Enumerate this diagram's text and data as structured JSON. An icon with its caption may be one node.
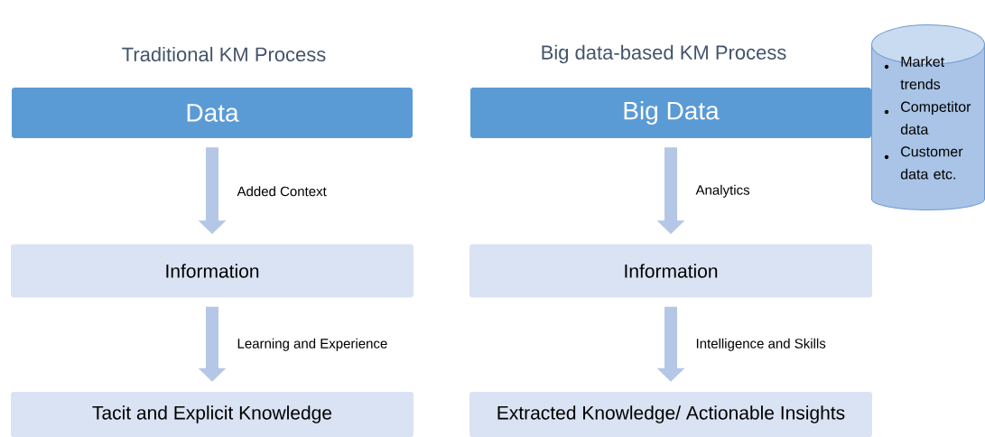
{
  "diagram": {
    "nodes": [
      {
        "text": [
          "Data"
        ]
      },
      {
        "text": [
          "Information"
        ]
      },
      {
        "text": [
          "Tacit and Explicit Knowledge"
        ]
      },
      {
        "text": [
          "Big Data"
        ]
      },
      {
        "text": [
          "Information"
        ]
      },
      {
        "text": [
          "Extracted Knowledge/ Actionable Insights"
        ]
      },
      {
        "text": [
          "Market trends",
          "Competitor data",
          "Customer data etc."
        ]
      }
    ],
    "edges": [
      {
        "from": 0,
        "to": 1,
        "arrow": "to",
        "label": "Added Context"
      },
      {
        "from": 1,
        "to": 2,
        "arrow": "to",
        "label": "Learning and Experience"
      },
      {
        "from": 3,
        "to": 4,
        "arrow": "to",
        "label": "Analytics"
      },
      {
        "from": 4,
        "to": 5,
        "arrow": "to",
        "label": "Intelligence and Skills"
      }
    ],
    "labels": [
      "Traditional KM Process",
      "Big data-based KM Process"
    ]
  }
}
